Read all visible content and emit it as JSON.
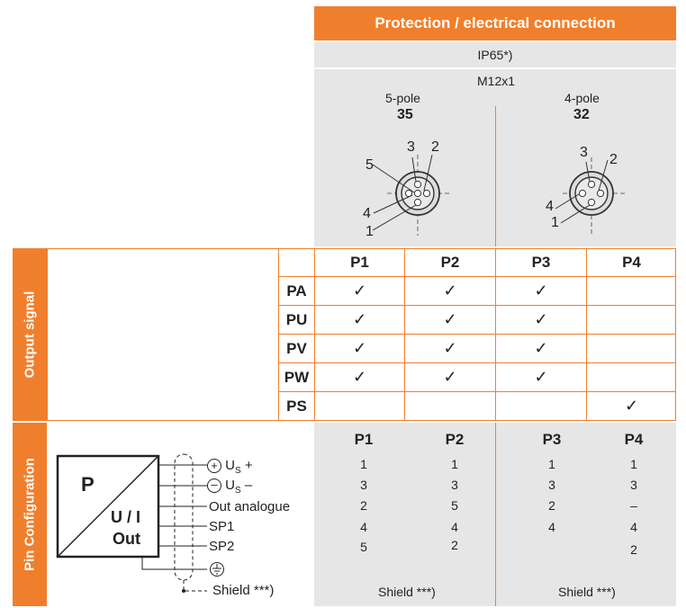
{
  "header": {
    "title": "Protection / electrical connection",
    "ip": "IP65*)",
    "connector": "M12x1",
    "pole5": "5-pole",
    "code35": "35",
    "pole4": "4-pole",
    "code32": "32",
    "c5": {
      "n1": "1",
      "n2": "2",
      "n3": "3",
      "n4": "4",
      "n5": "5"
    },
    "c4": {
      "n1": "1",
      "n2": "2",
      "n3": "3",
      "n4": "4"
    }
  },
  "output_signal": {
    "label": "Output signal",
    "columns": [
      "P1",
      "P2",
      "P3",
      "P4"
    ],
    "rows": [
      {
        "name": "PA",
        "marks": [
          "✓",
          "✓",
          "✓",
          ""
        ]
      },
      {
        "name": "PU",
        "marks": [
          "✓",
          "✓",
          "✓",
          ""
        ]
      },
      {
        "name": "PV",
        "marks": [
          "✓",
          "✓",
          "✓",
          ""
        ]
      },
      {
        "name": "PW",
        "marks": [
          "✓",
          "✓",
          "✓",
          ""
        ]
      },
      {
        "name": "PS",
        "marks": [
          "",
          "",
          "",
          "✓"
        ]
      }
    ]
  },
  "pin_configuration": {
    "label": "Pin Configuration",
    "columns": [
      "P1",
      "P2",
      "P3",
      "P4"
    ],
    "values": [
      [
        "1",
        "1",
        "1",
        "1"
      ],
      [
        "3",
        "3",
        "3",
        "3"
      ],
      [
        "2",
        "5",
        "2",
        "–"
      ],
      [
        "4",
        "4",
        "4",
        "4"
      ],
      [
        "5",
        "2",
        "",
        "2"
      ]
    ],
    "shield_note": "Shield ***)",
    "diagram": {
      "p": "P",
      "ui": "U / I",
      "out": "Out",
      "us_plus": "U",
      "us_plus_sub": "S",
      "us_plus_sign": "+",
      "us_minus": "U",
      "us_minus_sub": "S",
      "us_minus_sign": "–",
      "out_analogue": "Out analogue",
      "sp1": "SP1",
      "sp2": "SP2",
      "shield": "Shield ***)"
    }
  }
}
